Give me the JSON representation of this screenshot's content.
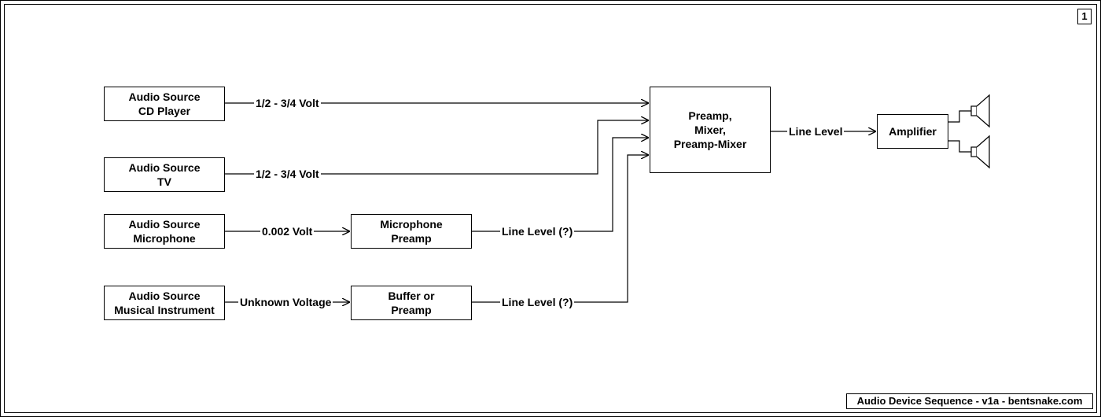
{
  "page_number": "1",
  "caption": "Audio Device Sequence - v1a - bentsnake.com",
  "sources": [
    {
      "line1": "Audio Source",
      "line2": "CD Player"
    },
    {
      "line1": "Audio Source",
      "line2": "TV"
    },
    {
      "line1": "Audio Source",
      "line2": "Microphone"
    },
    {
      "line1": "Audio Source",
      "line2": "Musical Instrument"
    }
  ],
  "processors": [
    {
      "line1": "Microphone",
      "line2": "Preamp"
    },
    {
      "line1": "Buffer or",
      "line2": "Preamp"
    }
  ],
  "mixer": {
    "line1": "Preamp,",
    "line2": "Mixer,",
    "line3": "Preamp-Mixer"
  },
  "amplifier": {
    "label": "Amplifier"
  },
  "signals": {
    "cd": "1/2 - 3/4 Volt",
    "tv": "1/2 - 3/4 Volt",
    "mic": "0.002 Volt",
    "instrument": "Unknown Voltage",
    "mic_preamp_out": "Line Level (?)",
    "buffer_out": "Line Level (?)",
    "mixer_out": "Line Level"
  },
  "icons": [
    "speaker-icon",
    "speaker-icon"
  ]
}
